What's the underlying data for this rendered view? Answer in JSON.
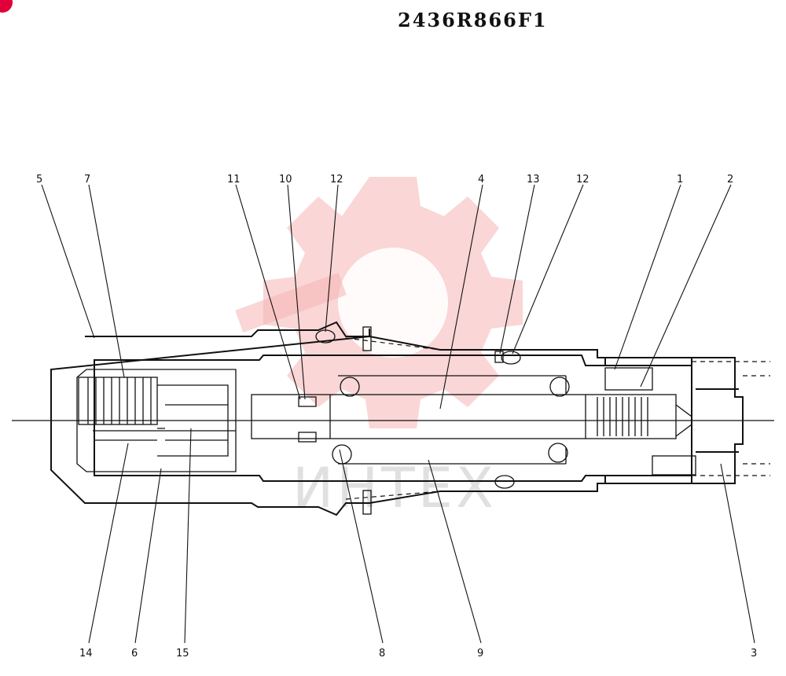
{
  "title": "2436R866F1",
  "watermark": {
    "text": "ИНТЕХ",
    "color": "#f5b5b5"
  },
  "callouts": [
    {
      "id": "c5",
      "label": "5"
    },
    {
      "id": "c7",
      "label": "7"
    },
    {
      "id": "c11",
      "label": "11"
    },
    {
      "id": "c10",
      "label": "10"
    },
    {
      "id": "c12a",
      "label": "12"
    },
    {
      "id": "c4",
      "label": "4"
    },
    {
      "id": "c13",
      "label": "13"
    },
    {
      "id": "c12b",
      "label": "12"
    },
    {
      "id": "c1",
      "label": "1"
    },
    {
      "id": "c2",
      "label": "2"
    },
    {
      "id": "c14",
      "label": "14"
    },
    {
      "id": "c6",
      "label": "6"
    },
    {
      "id": "c15",
      "label": "15"
    },
    {
      "id": "c8",
      "label": "8"
    },
    {
      "id": "c9",
      "label": "9"
    },
    {
      "id": "c3",
      "label": "3"
    }
  ]
}
